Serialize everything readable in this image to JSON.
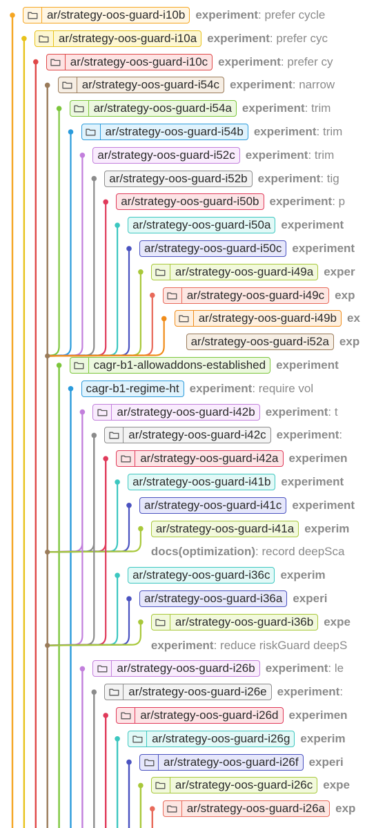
{
  "colors": {
    "orange": "#f5a623",
    "yellow": "#e8c21a",
    "red": "#e04848",
    "brown": "#9a7b5a",
    "green": "#7cc63c",
    "blue": "#2a9bdc",
    "purple": "#c27fdc",
    "gray": "#8c8c8c",
    "crimson": "#e03a5a",
    "teal": "#3cc7c0",
    "indigo": "#4a52c0",
    "lime": "#a8c83a",
    "salmon": "#e86a5a",
    "darkorange": "#f08c1a"
  },
  "rows": [
    {
      "lane": 0,
      "branch": "ar/strategy-oos-guard-i10b",
      "kind": "experiment",
      "sep": ":",
      "text": " prefer cycle",
      "color": "#f5a623",
      "bg": "#fff6e3"
    },
    {
      "lane": 1,
      "branch": "ar/strategy-oos-guard-i10a",
      "kind": "experiment",
      "sep": ":",
      "text": " prefer cyc",
      "color": "#e8c21a",
      "bg": "#fdf7d2"
    },
    {
      "lane": 2,
      "branch": "ar/strategy-oos-guard-i10c",
      "kind": "experiment",
      "sep": ":",
      "text": " prefer cy",
      "color": "#e04848",
      "bg": "#fde4e4"
    },
    {
      "lane": 3,
      "branch": "ar/strategy-oos-guard-i54c",
      "kind": "experiment",
      "sep": ":",
      "text": " narrow",
      "color": "#9a7b5a",
      "bg": "#f6eee4"
    },
    {
      "lane": 4,
      "branch": "ar/strategy-oos-guard-i54a",
      "kind": "experiment",
      "sep": ":",
      "text": " trim",
      "color": "#7cc63c",
      "bg": "#ecf8df"
    },
    {
      "lane": 5,
      "branch": "ar/strategy-oos-guard-i54b",
      "kind": "experiment",
      "sep": ":",
      "text": " trim",
      "color": "#2a9bdc",
      "bg": "#e0f3fd"
    },
    {
      "lane": 6,
      "branch": "ar/strategy-oos-guard-i52c",
      "kind": "experiment",
      "sep": ":",
      "text": " trim",
      "color": "#c27fdc",
      "bg": "#f9ecfd",
      "noicon": true
    },
    {
      "lane": 7,
      "branch": "ar/strategy-oos-guard-i52b",
      "kind": "experiment",
      "sep": ":",
      "text": " tig",
      "color": "#8c8c8c",
      "bg": "#f3f3f3",
      "noicon": true
    },
    {
      "lane": 8,
      "branch": "ar/strategy-oos-guard-i50b",
      "kind": "experiment",
      "sep": ":",
      "text": " p",
      "color": "#e03a5a",
      "bg": "#fde4e6",
      "noicon": true
    },
    {
      "lane": 9,
      "branch": "ar/strategy-oos-guard-i50a",
      "kind": "experiment",
      "sep": "",
      "text": "",
      "color": "#3cc7c0",
      "bg": "#e2f9f7",
      "noicon": true
    },
    {
      "lane": 10,
      "branch": "ar/strategy-oos-guard-i50c",
      "kind": "experiment",
      "sep": "",
      "text": "",
      "color": "#4a52c0",
      "bg": "#e6e7fb",
      "noicon": true
    },
    {
      "lane": 11,
      "branch": "ar/strategy-oos-guard-i49a",
      "kind": "exper",
      "sep": "",
      "text": "",
      "color": "#a8c83a",
      "bg": "#f2f9dc"
    },
    {
      "lane": 12,
      "branch": "ar/strategy-oos-guard-i49c",
      "kind": "exp",
      "sep": "",
      "text": "",
      "color": "#e86a5a",
      "bg": "#fde6e2"
    },
    {
      "lane": 13,
      "branch": "ar/strategy-oos-guard-i49b",
      "kind": "ex",
      "sep": "",
      "text": "",
      "color": "#f08c1a",
      "bg": "#fef0df"
    },
    {
      "lane": 14,
      "branch": "ar/strategy-oos-guard-i52a",
      "kind": "exp",
      "sep": "",
      "text": "",
      "color": "#9a7b5a",
      "bg": "#f6eee4",
      "noicon": true,
      "nodot": true
    },
    {
      "lane": 4,
      "branch": "cagr-b1-allowaddons-established",
      "kind": "experiment",
      "sep": "",
      "text": "",
      "color": "#7cc63c",
      "bg": "#ecf8df"
    },
    {
      "lane": 5,
      "branch": "cagr-b1-regime-ht",
      "kind": "experiment",
      "sep": ":",
      "text": " require vol",
      "color": "#2a9bdc",
      "bg": "#e0f3fd",
      "noicon": true
    },
    {
      "lane": 6,
      "branch": "ar/strategy-oos-guard-i42b",
      "kind": "experiment",
      "sep": ":",
      "text": " t",
      "color": "#c27fdc",
      "bg": "#f9ecfd"
    },
    {
      "lane": 7,
      "branch": "ar/strategy-oos-guard-i42c",
      "kind": "experiment",
      "sep": ":",
      "text": "",
      "color": "#8c8c8c",
      "bg": "#f3f3f3"
    },
    {
      "lane": 8,
      "branch": "ar/strategy-oos-guard-i42a",
      "kind": "experimen",
      "sep": "",
      "text": "",
      "color": "#e03a5a",
      "bg": "#fde4e6"
    },
    {
      "lane": 9,
      "branch": "ar/strategy-oos-guard-i41b",
      "kind": "experiment",
      "sep": "",
      "text": "",
      "color": "#3cc7c0",
      "bg": "#e2f9f7",
      "noicon": true
    },
    {
      "lane": 10,
      "branch": "ar/strategy-oos-guard-i41c",
      "kind": "experiment",
      "sep": "",
      "text": "",
      "color": "#4a52c0",
      "bg": "#e6e7fb",
      "noicon": true
    },
    {
      "lane": 11,
      "branch": "ar/strategy-oos-guard-i41a",
      "kind": "experim",
      "sep": "",
      "text": "",
      "color": "#a8c83a",
      "bg": "#f2f9dc",
      "noicon": true
    },
    {
      "lane": 11,
      "branch": "",
      "kind": "docs(optimization)",
      "sep": ":",
      "text": " record deepSca",
      "color": "#a8c83a",
      "nodot": true
    },
    {
      "lane": 9,
      "branch": "ar/strategy-oos-guard-i36c",
      "kind": "experim",
      "sep": "",
      "text": "",
      "color": "#3cc7c0",
      "bg": "#e2f9f7",
      "noicon": true
    },
    {
      "lane": 10,
      "branch": "ar/strategy-oos-guard-i36a",
      "kind": "experi",
      "sep": "",
      "text": "",
      "color": "#4a52c0",
      "bg": "#e6e7fb",
      "noicon": true
    },
    {
      "lane": 11,
      "branch": "ar/strategy-oos-guard-i36b",
      "kind": "expe",
      "sep": "",
      "text": "",
      "color": "#a8c83a",
      "bg": "#f2f9dc"
    },
    {
      "lane": 11,
      "branch": "",
      "kind": "experiment",
      "sep": ":",
      "text": " reduce riskGuard deepS",
      "color": "#a8c83a",
      "nodot": true
    },
    {
      "lane": 6,
      "branch": "ar/strategy-oos-guard-i26b",
      "kind": "experiment",
      "sep": ":",
      "text": " le",
      "color": "#c27fdc",
      "bg": "#f9ecfd"
    },
    {
      "lane": 7,
      "branch": "ar/strategy-oos-guard-i26e",
      "kind": "experiment",
      "sep": ":",
      "text": "",
      "color": "#8c8c8c",
      "bg": "#f3f3f3"
    },
    {
      "lane": 8,
      "branch": "ar/strategy-oos-guard-i26d",
      "kind": "experimen",
      "sep": "",
      "text": "",
      "color": "#e03a5a",
      "bg": "#fde4e6"
    },
    {
      "lane": 9,
      "branch": "ar/strategy-oos-guard-i26g",
      "kind": "experim",
      "sep": "",
      "text": "",
      "color": "#3cc7c0",
      "bg": "#e2f9f7"
    },
    {
      "lane": 10,
      "branch": "ar/strategy-oos-guard-i26f",
      "kind": "experi",
      "sep": "",
      "text": "",
      "color": "#4a52c0",
      "bg": "#e6e7fb"
    },
    {
      "lane": 11,
      "branch": "ar/strategy-oos-guard-i26c",
      "kind": "expe",
      "sep": "",
      "text": "",
      "color": "#a8c83a",
      "bg": "#f2f9dc"
    },
    {
      "lane": 12,
      "branch": "ar/strategy-oos-guard-i26a",
      "kind": "exp",
      "sep": "",
      "text": "",
      "color": "#e86a5a",
      "bg": "#fde6e2"
    }
  ]
}
